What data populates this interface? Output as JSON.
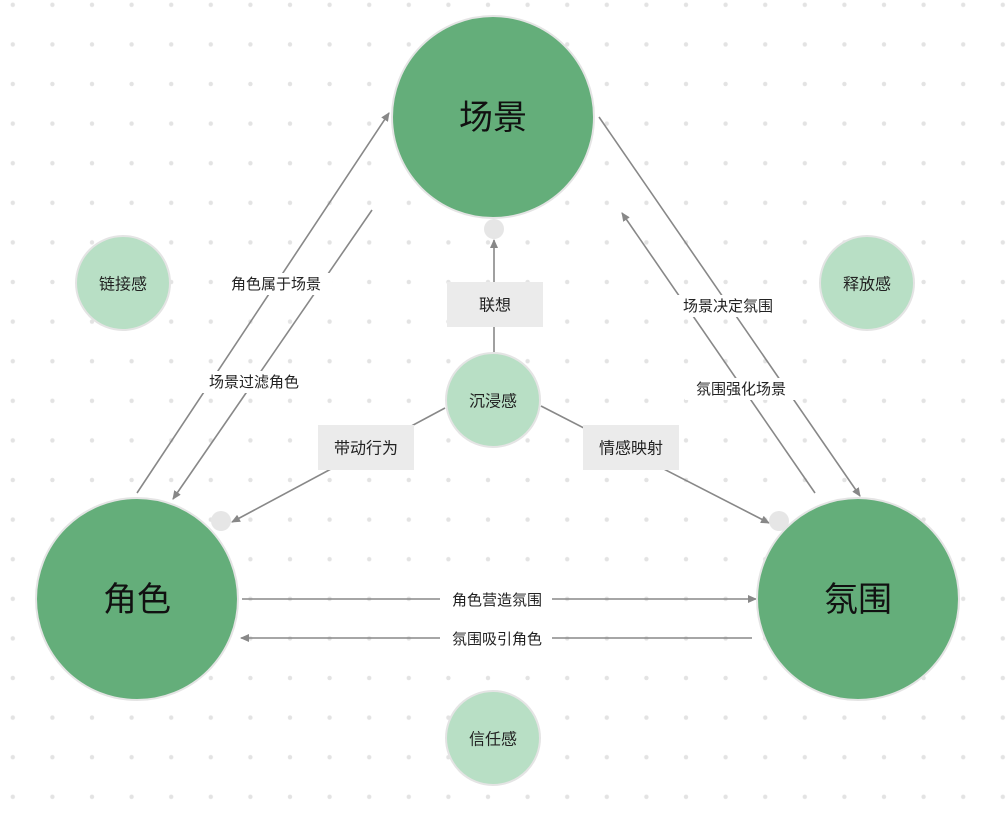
{
  "colors": {
    "main_node": "#64ae7a",
    "sub_node": "#b8dfc5",
    "label_box": "#ebebeb",
    "edge": "#888888"
  },
  "nodes": {
    "scene": "场景",
    "role": "角色",
    "atmosphere": "氛围",
    "link": "链接感",
    "release": "释放感",
    "immersion": "沉浸感",
    "trust": "信任感"
  },
  "edges": {
    "role_to_scene": "角色属于场景",
    "scene_to_role": "场景过滤角色",
    "scene_to_atmosphere": "场景决定氛围",
    "atmosphere_to_scene": "氛围强化场景",
    "role_to_atmosphere": "角色营造氛围",
    "atmosphere_to_role": "氛围吸引角色"
  },
  "boxes": {
    "association": "联想",
    "drive_behavior": "带动行为",
    "emotion_mapping": "情感映射"
  }
}
